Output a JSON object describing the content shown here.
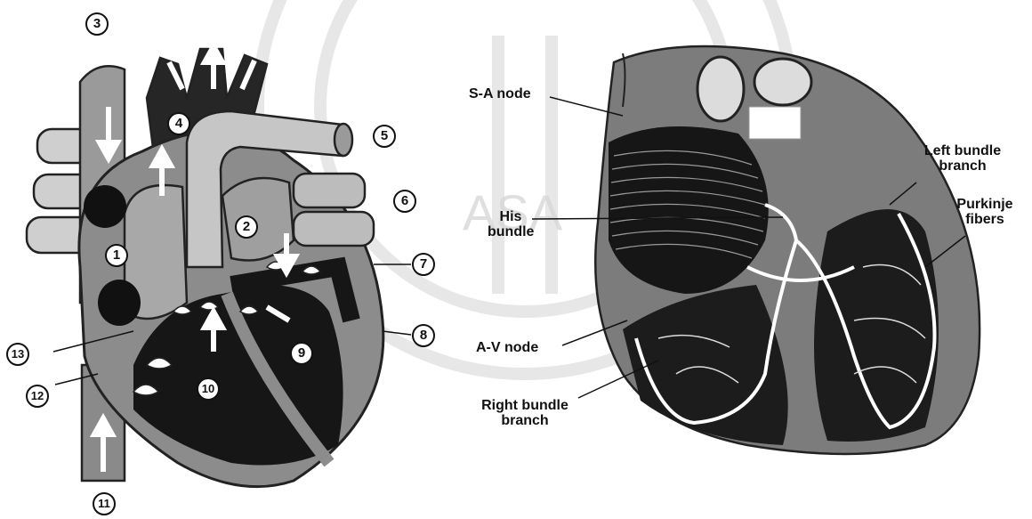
{
  "left_diagram": {
    "numbers": [
      "1",
      "2",
      "3",
      "4",
      "5",
      "6",
      "7",
      "8",
      "9",
      "10",
      "11",
      "12",
      "13"
    ]
  },
  "right_diagram": {
    "labels": {
      "sa_node": "S-A node",
      "his_bundle": "His bundle",
      "left_bundle_branch": "Left bundle branch",
      "purkinje_fibers": "Purkinje fibers",
      "av_node": "A-V node",
      "right_bundle_branch": "Right bundle branch"
    }
  },
  "watermark": {
    "text": "ASA"
  },
  "colors": {
    "ink": "#111111",
    "tissue": "#8a8a8a",
    "light_tissue": "#c8c8c8",
    "dark_chamber": "#161616",
    "background": "#ffffff"
  }
}
